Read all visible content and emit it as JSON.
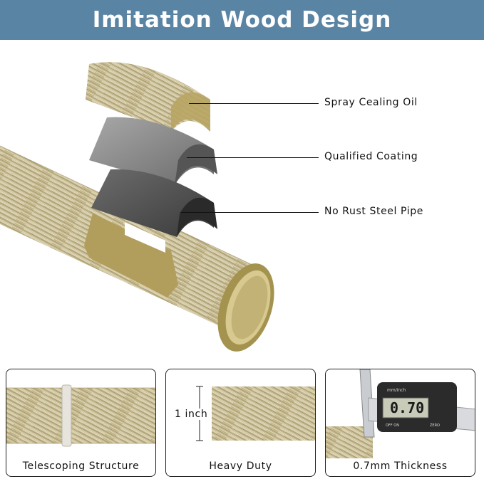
{
  "header": {
    "title": "Imitation Wood Design"
  },
  "layers": [
    {
      "label": "Spray Cealing Oil",
      "icon": "wood-shell-icon"
    },
    {
      "label": "Qualified Coating",
      "icon": "coating-shell-icon"
    },
    {
      "label": "No Rust Steel Pipe",
      "icon": "steel-shell-icon"
    }
  ],
  "panels": [
    {
      "caption": "Telescoping Structure"
    },
    {
      "caption": "Heavy Duty",
      "dimension": "1 inch"
    },
    {
      "caption": "0.7mm Thickness",
      "caliper": {
        "reading": "0.70",
        "unit_row": "mm/inch",
        "buttons": [
          "OFF ON",
          "ZERO"
        ]
      }
    }
  ],
  "colors": {
    "header_bg": "#5a84a3",
    "wood_light": "#d8cfae",
    "wood_dark": "#8a7a4a",
    "gold_inner": "#b8a564"
  }
}
